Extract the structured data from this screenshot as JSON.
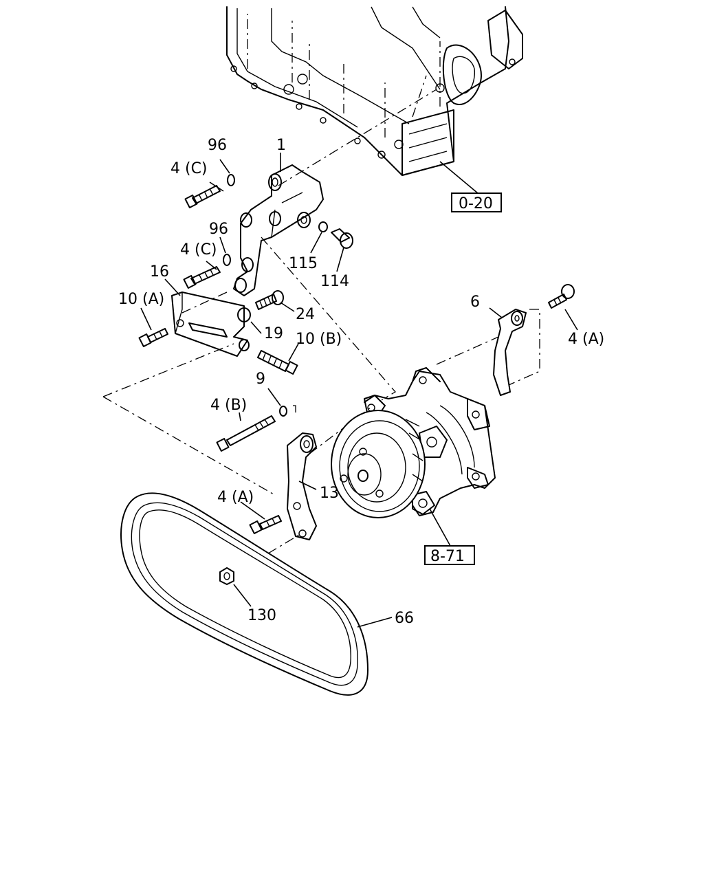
{
  "callouts": {
    "c1": "1",
    "c96a": "96",
    "c4Ca": "4 (C)",
    "c96b": "96",
    "c4Cb": "4 (C)",
    "c115": "115",
    "c114": "114",
    "c16": "16",
    "c10A": "10 (A)",
    "c24": "24",
    "c19": "19",
    "c10B": "10 (B)",
    "c6": "6",
    "c4Aa": "4 (A)",
    "c9": "9",
    "c4B": "4 (B)",
    "c13": "13",
    "c4Ab": "4 (A)",
    "c130": "130",
    "c66": "66"
  },
  "refs": {
    "engine_front": "0-20",
    "compressor": "8-71"
  }
}
